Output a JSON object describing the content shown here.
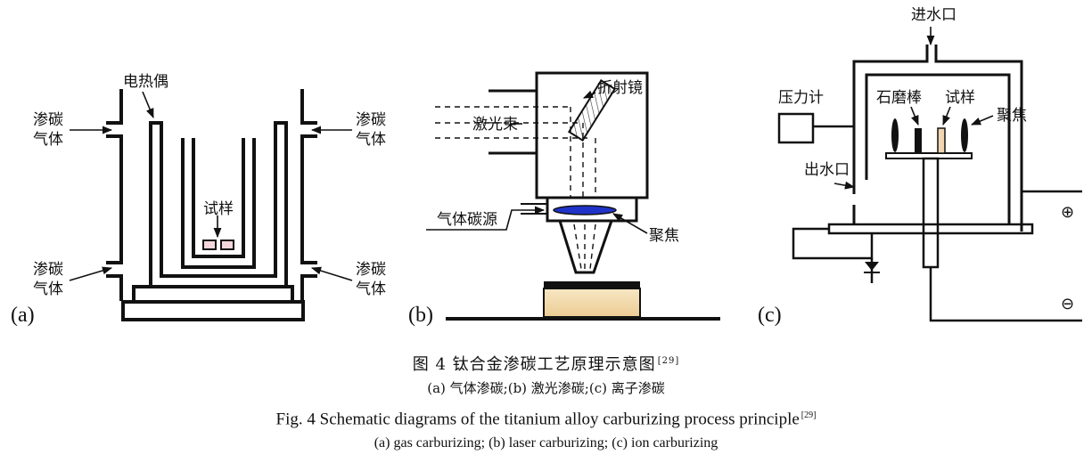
{
  "figure": {
    "panel_a": {
      "tag": "(a)",
      "gas_in": "渗碳气体",
      "gas_in_line1": "渗碳",
      "gas_in_line2": "气体",
      "thermocouple": "电热偶",
      "sample": "试样",
      "gas_right_top_line1": "渗碳",
      "gas_right_top_line2": "气体",
      "gas_left_bottom_line1": "渗碳",
      "gas_left_bottom_line2": "气体",
      "gas_right_bottom_line1": "渗碳",
      "gas_right_bottom_line2": "气体"
    },
    "panel_b": {
      "tag": "(b)",
      "mirror": "折射镜",
      "laser_beam": "激光束",
      "carbon_source": "气体碳源",
      "focus": "聚焦"
    },
    "panel_c": {
      "tag": "(c)",
      "water_in": "进水口",
      "pressure_gauge": "压力计",
      "graphite_rod": "石磨棒",
      "sample": "试样",
      "focus": "聚焦",
      "water_out": "出水口",
      "plus_sign": "⊕",
      "minus_sign": "⊖"
    }
  },
  "caption": {
    "zh_title": "图 4   钛合金渗碳工艺原理示意图",
    "zh_ref": "[29]",
    "zh_sub": "(a) 气体渗碳;(b) 激光渗碳;(c) 离子渗碳",
    "en_title": "Fig. 4   Schematic diagrams of the titanium alloy carburizing process principle",
    "en_ref": "[29]",
    "en_sub": "(a)  gas carburizing;  (b)  laser carburizing;  (c)  ion carburizing"
  }
}
